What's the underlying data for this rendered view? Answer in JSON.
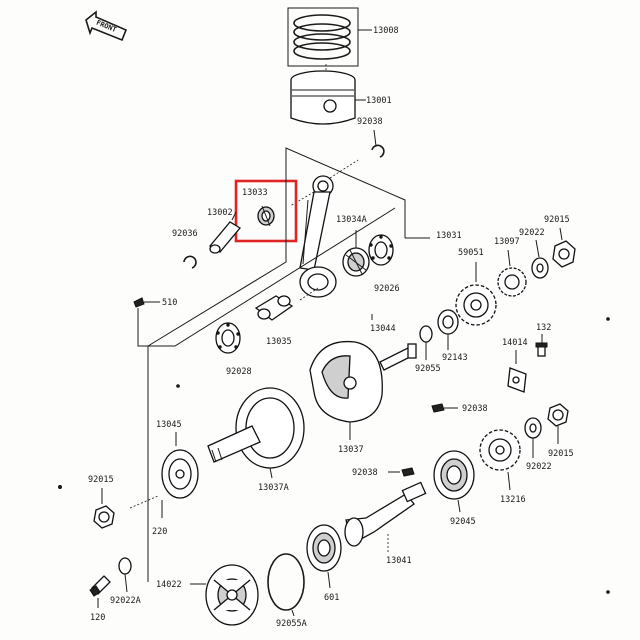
{
  "front_label": "FRONT",
  "highlight": {
    "part": "13033",
    "color": "#e02424"
  },
  "labels": {
    "p13008": "13008",
    "p13001": "13001",
    "p92038a": "92038",
    "p13033": "13033",
    "p13002": "13002",
    "p92036": "92036",
    "p13034a": "13034A",
    "p13031": "13031",
    "p92015a": "92015",
    "p92022a": "92022",
    "p13097": "13097",
    "p59051": "59051",
    "p92026": "92026",
    "p510": "510",
    "p13044": "13044",
    "p132": "132",
    "p13035": "13035",
    "p92143": "92143",
    "p14014": "14014",
    "p92055": "92055",
    "p92028": "92028",
    "p92038b": "92038",
    "p13045": "13045",
    "p13037": "13037",
    "p92015b": "92015",
    "p92022b": "92022",
    "p13037a": "13037A",
    "p92038c": "92038",
    "p13216": "13216",
    "p92015c": "92015",
    "p220": "220",
    "p92045": "92045",
    "p13041": "13041",
    "p14022": "14022",
    "p601": "601",
    "p92022A": "92022A",
    "p120": "120",
    "p92055A": "92055A"
  }
}
